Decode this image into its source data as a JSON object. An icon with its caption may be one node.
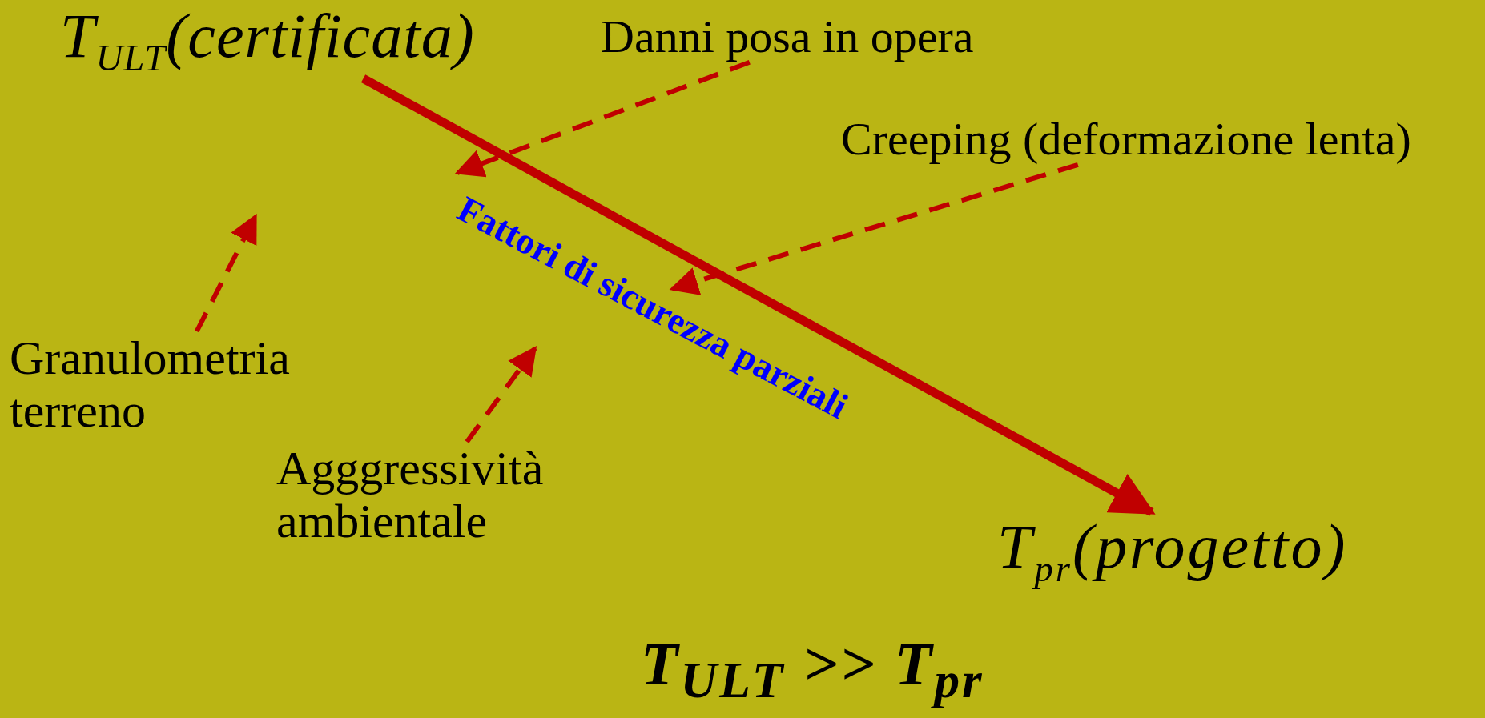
{
  "diagram": {
    "nodes": [
      {
        "text": [
          "T$_{ULT}$(certificata)"
        ]
      },
      {
        "text": [
          "T$_{pr}$(progetto)"
        ]
      },
      {
        "text": [
          "Danni posa in opera"
        ]
      },
      {
        "text": [
          "Creeping (deformazione lenta)"
        ]
      },
      {
        "text": [
          "Granulometria terreno"
        ]
      },
      {
        "text": [
          "Agggressività ambientale"
        ]
      }
    ],
    "edges": [
      {
        "from": 0,
        "to": 1,
        "arrow": "to",
        "label": "Fattori di sicurezza parziali",
        "style": "thick"
      },
      {
        "from": 2,
        "to": null,
        "arrow": "to",
        "style": "dashed"
      },
      {
        "from": 3,
        "to": null,
        "arrow": "to",
        "style": "dashed"
      },
      {
        "from": 4,
        "to": null,
        "arrow": "to",
        "style": "dashed"
      },
      {
        "from": 5,
        "to": null,
        "arrow": "to",
        "style": "dashed"
      }
    ],
    "labels": [
      "T$_{ULT}$ >> T$_{pr}$"
    ]
  }
}
